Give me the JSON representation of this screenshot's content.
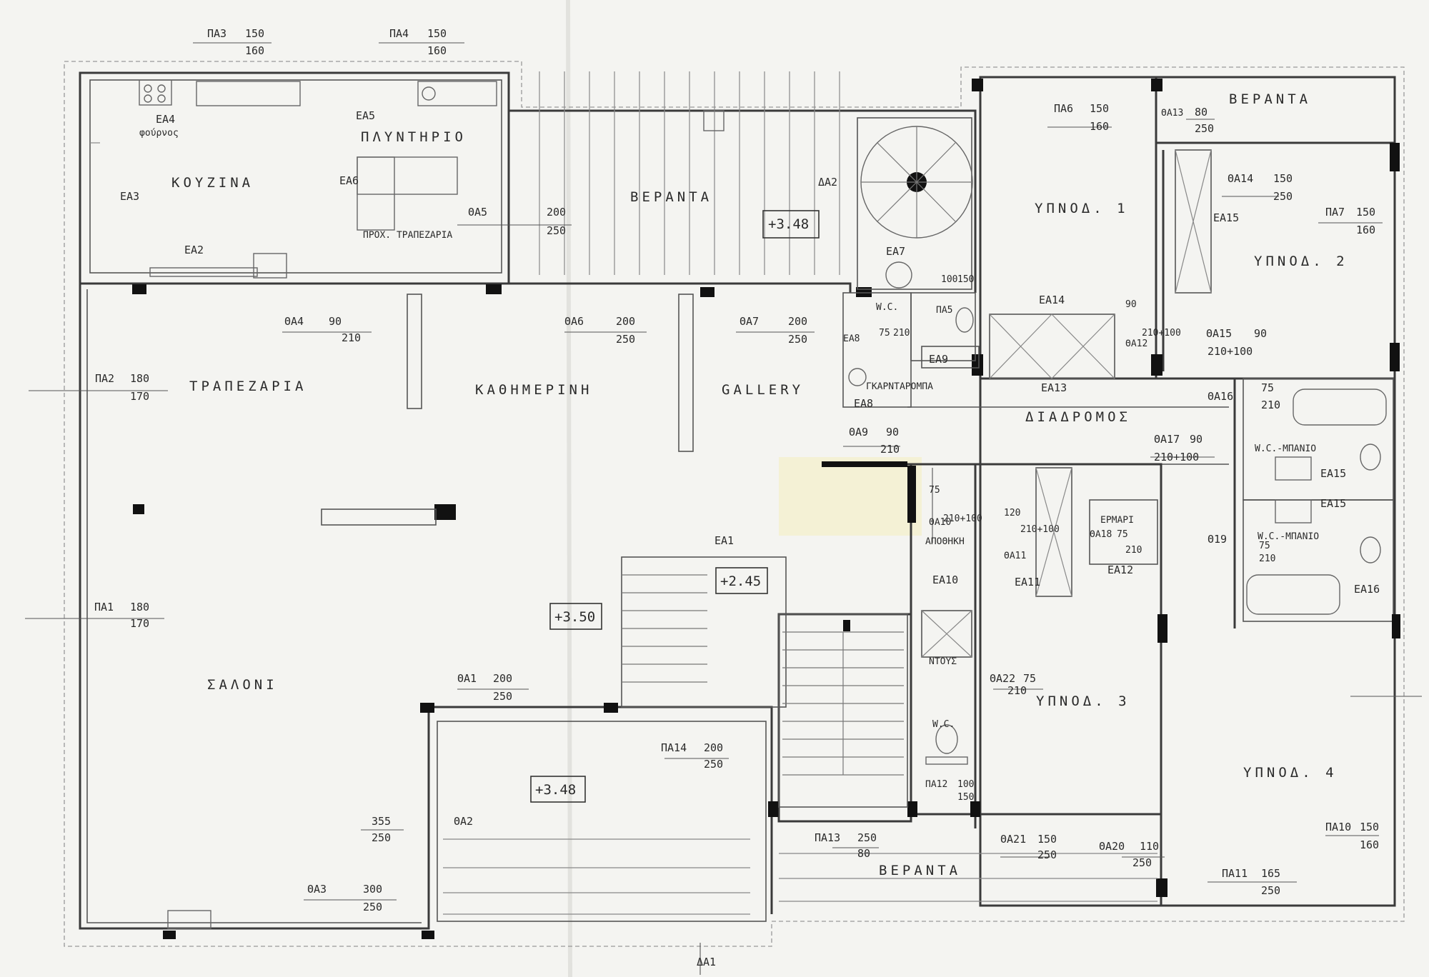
{
  "rooms": {
    "kitchen": "ΚΟΥΖΙΝΑ",
    "oven": "φούρνος",
    "laundry": "ΠΛΥΝΤΗΡΙΟ",
    "breakfast": "ΠΡΟΧ. ΤΡΑΠΕΖΑΡΙΑ",
    "veranda_top": "ΒΕΡΑΝΤΑ",
    "veranda_top_right": "ΒΕΡΑΝΤΑ",
    "veranda_bottom": "ΒΕΡΑΝΤΑ",
    "bedroom1": "ΥΠΝΟΔ. 1",
    "bedroom2": "ΥΠΝΟΔ. 2",
    "bedroom3": "ΥΠΝΟΔ. 3",
    "bedroom4": "ΥΠΝΟΔ. 4",
    "dining": "ΤΡΑΠΕΖΑΡΙΑ",
    "family": "ΚΑΘΗΜΕΡΙΝΗ",
    "gallery": "GALLERY",
    "ironing": "ΓΚΑΡΝΤΑΡΟΜΠΑ",
    "corridor": "ΔΙΑΔΡΟΜΟΣ",
    "bath1": "W.C.-ΜΠΑΝΙΟ",
    "bath2": "W.C.-ΜΠΑΝΙΟ",
    "wc_small": "W.C.",
    "wc_shower": "W.C.",
    "wardrobe": "ΕΡΜΑΡΙ",
    "storage": "ΑΠΟΘΗΚΗ",
    "shower": "ΝΤΟΥΣ",
    "living": "ΣΑΛΟΝΙ"
  },
  "levels": {
    "veranda_top": "+3.48",
    "stair_landing": "+2.45",
    "living": "+3.50",
    "veranda_bottom": "+3.48"
  },
  "fixtures": {
    "ea1": "ΕΑ1",
    "ea2": "ΕΑ2",
    "ea3": "ΕΑ3",
    "ea4": "ΕΑ4",
    "ea5": "ΕΑ5",
    "ea6": "ΕΑ6",
    "ea7": "ΕΑ7",
    "ea8": "ΕΑ8",
    "ea9": "ΕΑ9",
    "ea10": "ΕΑ10",
    "ea11": "ΕΑ11",
    "ea12": "ΕΑ12",
    "ea13": "ΕΑ13",
    "ea14": "ΕΑ14",
    "ea15a": "ΕΑ15",
    "ea15b": "ΕΑ15",
    "ea15c": "ΕΑ15",
    "ea16": "ΕΑ16",
    "ea_wc": "ΕΑ8"
  },
  "openings": {
    "pa3": {
      "code": "ΠΑ3",
      "w": "150",
      "h": "160"
    },
    "pa4": {
      "code": "ΠΑ4",
      "w": "150",
      "h": "160"
    },
    "pa6": {
      "code": "ΠΑ6",
      "w": "150",
      "h": "160"
    },
    "th13": {
      "code": "ΘΑ13",
      "w": "80",
      "h": "250"
    },
    "th14": {
      "code": "ΘΑ14",
      "w": "150",
      "h": "250"
    },
    "pa7": {
      "code": "ΠΑ7",
      "w": "150",
      "h": "160"
    },
    "th5": {
      "code": "ΘΑ5",
      "w": "200",
      "h": "250"
    },
    "da2": {
      "code": "ΔΑ2"
    },
    "th4": {
      "code": "ΘΑ4",
      "w": "90",
      "h": "210"
    },
    "th6": {
      "code": "ΘΑ6",
      "w": "200",
      "h": "250"
    },
    "th7": {
      "code": "ΘΑ7",
      "w": "200",
      "h": "250"
    },
    "pa5": {
      "code": "ΠΑ5",
      "w": "100",
      "h": "150"
    },
    "wc_door": {
      "w": "75",
      "h": "210"
    },
    "th12": {
      "code": "ΘΑ12",
      "w": "90",
      "h": "210+100"
    },
    "th15": {
      "code": "ΘΑ15",
      "w": "90",
      "h": "210+100"
    },
    "pa2": {
      "code": "ΠΑ2",
      "w": "180",
      "h": "170"
    },
    "th16": {
      "code": "ΘΑ16",
      "w": "75",
      "h": "210"
    },
    "th9": {
      "code": "ΘΑ9",
      "w": "90",
      "h": "210"
    },
    "th17": {
      "code": "ΘΑ17",
      "w": "90",
      "h": "210+100"
    },
    "th10": {
      "code": "ΘΑ10",
      "w": "75",
      "h": "210+100"
    },
    "th11": {
      "code": "ΘΑ11",
      "w": "120",
      "h": "210+100"
    },
    "th18": {
      "code": "ΘΑ18",
      "w": "75",
      "h": "210"
    },
    "th19": {
      "code": "Θ19",
      "w": "75",
      "h": "210"
    },
    "pa1": {
      "code": "ΠΑ1",
      "w": "180",
      "h": "170"
    },
    "th1": {
      "code": "ΘΑ1",
      "w": "200",
      "h": "250"
    },
    "th22": {
      "code": "ΘΑ22",
      "w": "75",
      "h": "210"
    },
    "pa14": {
      "code": "ΠΑ14",
      "w": "200",
      "h": "250"
    },
    "pa12": {
      "code": "ΠΑ12",
      "w": "100",
      "h": "150"
    },
    "th2": {
      "code": "ΘΑ2",
      "w": "355",
      "h": "250"
    },
    "pa13": {
      "code": "ΠΑ13",
      "w": "250",
      "h": "80"
    },
    "th21": {
      "code": "ΘΑ21",
      "w": "150",
      "h": "250"
    },
    "th20": {
      "code": "ΘΑ20",
      "w": "110",
      "h": "250"
    },
    "pa10": {
      "code": "ΠΑ10",
      "w": "150",
      "h": "160"
    },
    "pa11": {
      "code": "ΠΑ11",
      "w": "165",
      "h": "250"
    },
    "th3": {
      "code": "ΘΑ3",
      "w": "300",
      "h": "250"
    },
    "da1": {
      "code": "ΔΑ1"
    }
  }
}
